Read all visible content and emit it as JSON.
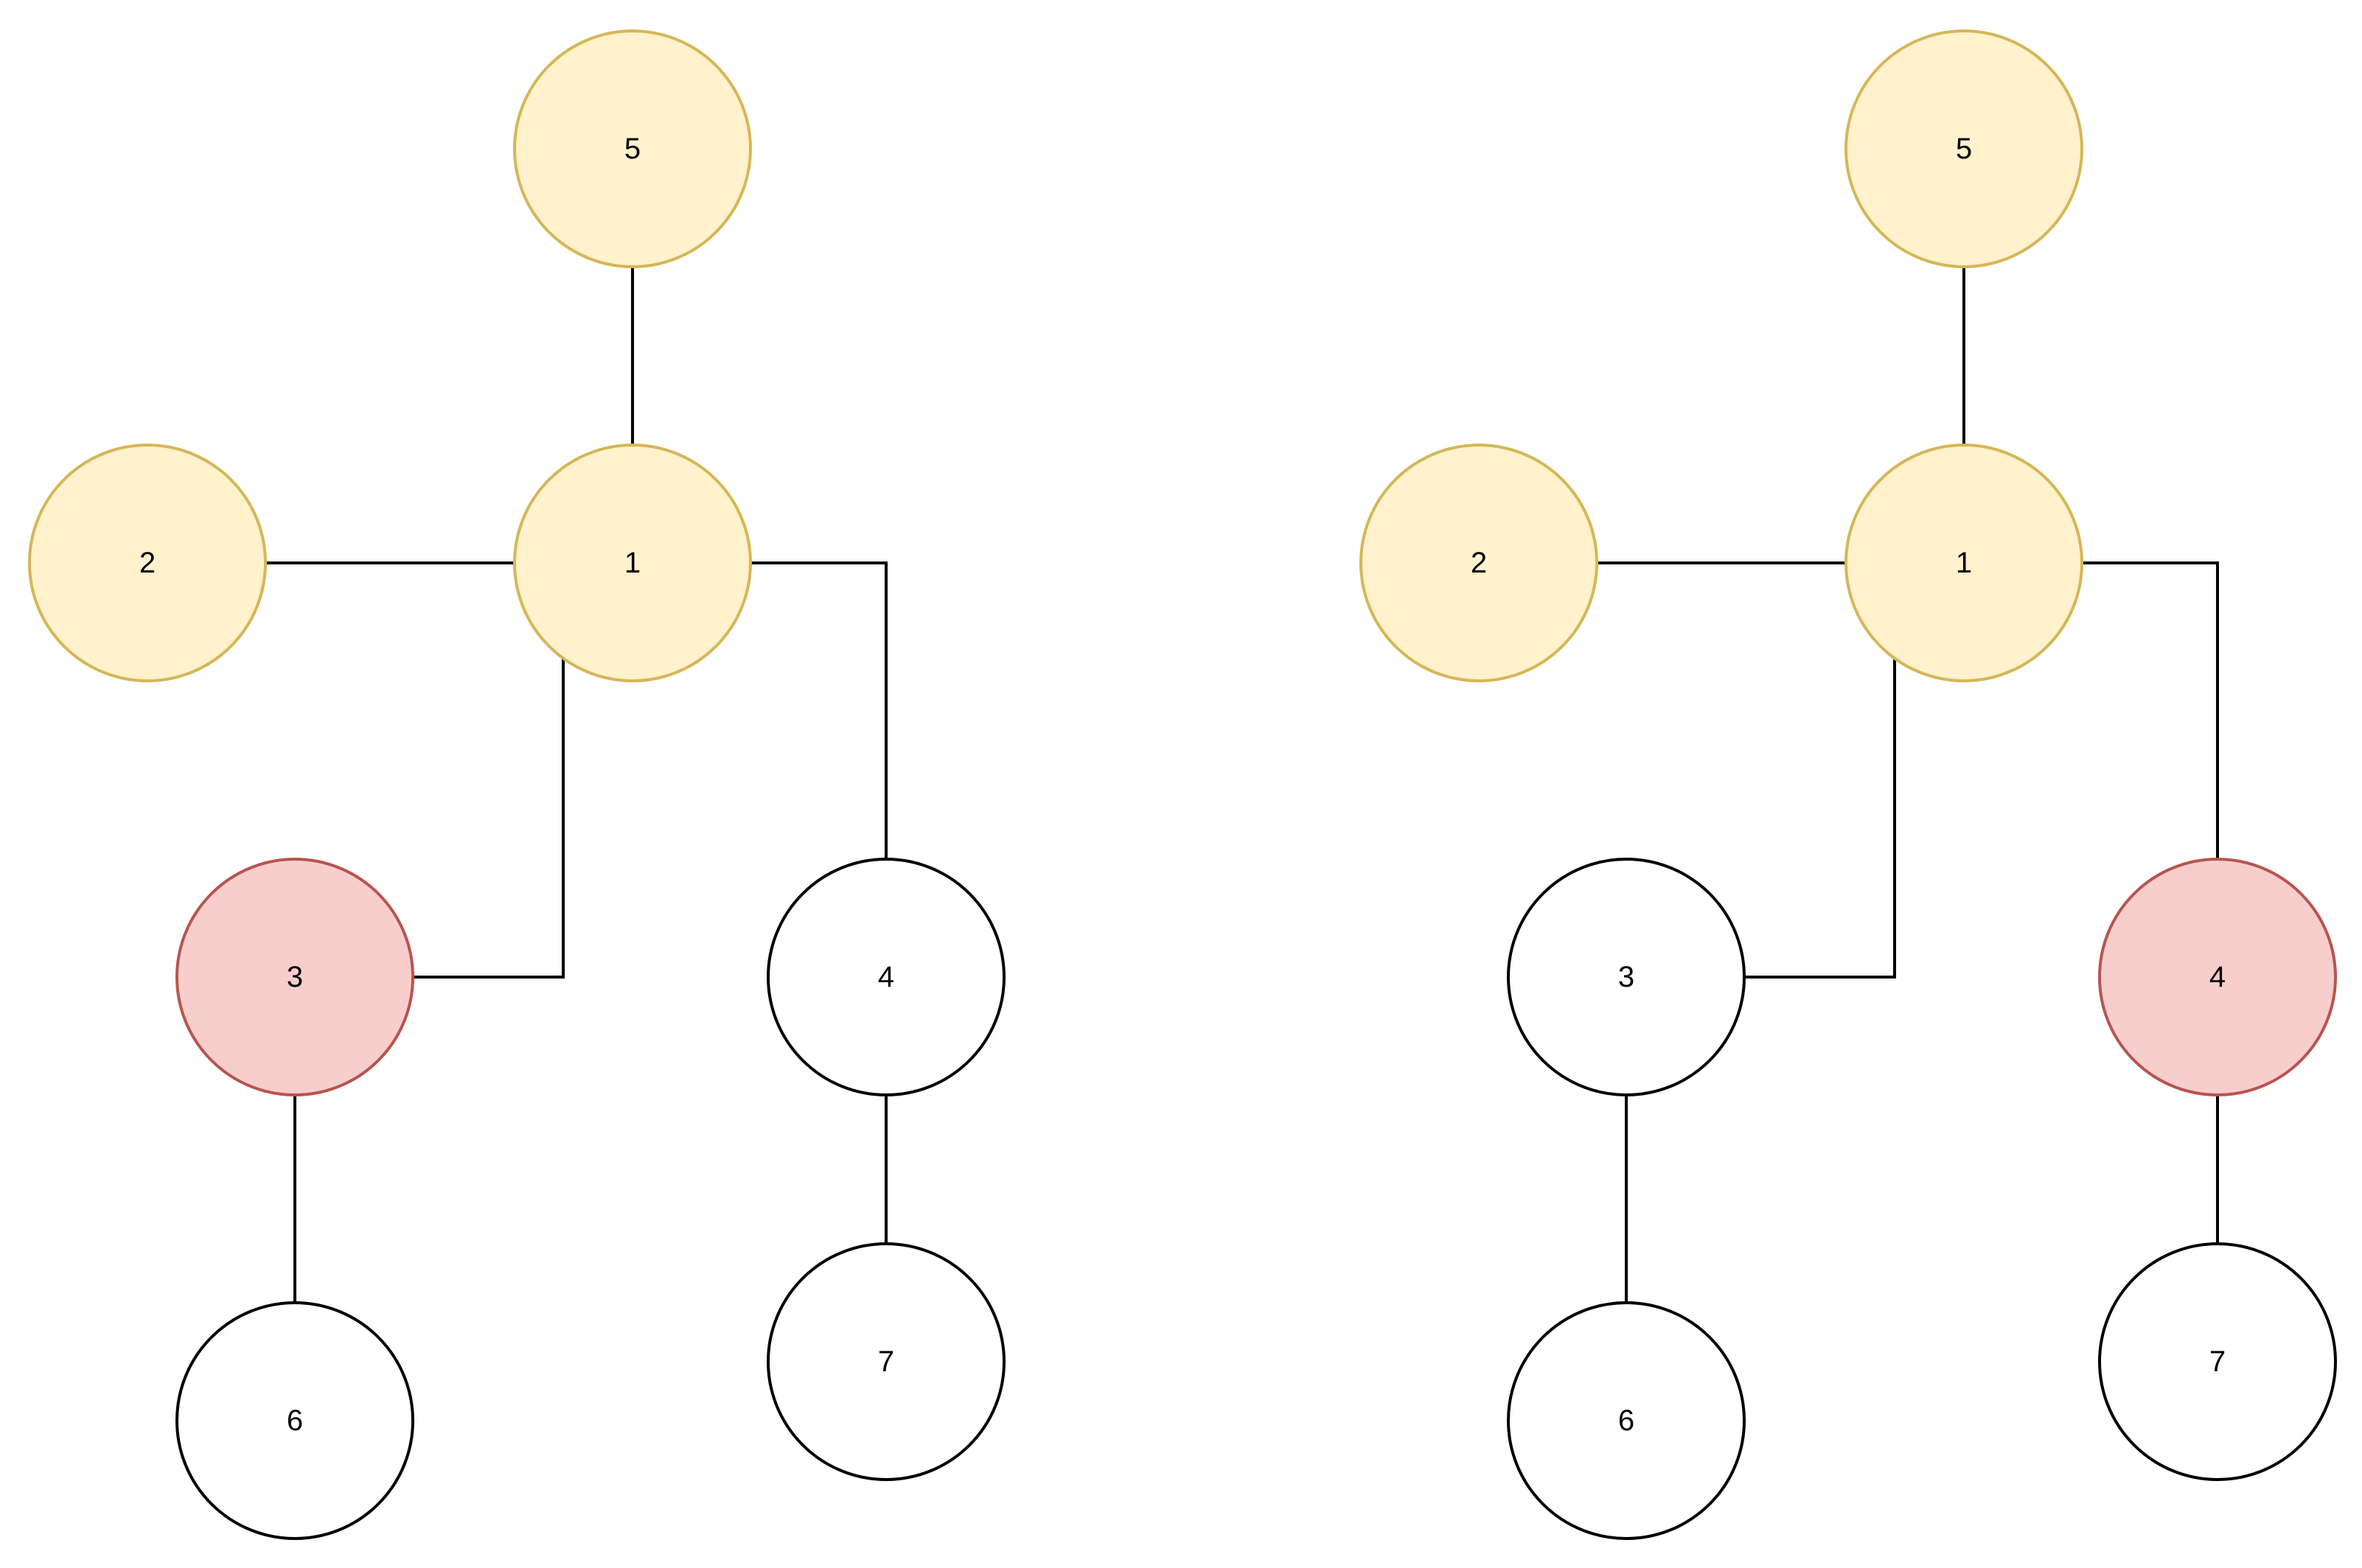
{
  "colors": {
    "visited_fill": "#fff2cc",
    "visited_stroke": "#d6b656",
    "current_fill": "#f8cecc",
    "current_stroke": "#b85450",
    "unvisited_fill": "#ffffff",
    "unvisited_stroke": "#000000",
    "edge": "#000000"
  },
  "graphs": [
    {
      "id": "left",
      "nodes": [
        {
          "id": "5",
          "label": "5",
          "state": "visited"
        },
        {
          "id": "2",
          "label": "2",
          "state": "visited"
        },
        {
          "id": "1",
          "label": "1",
          "state": "visited"
        },
        {
          "id": "3",
          "label": "3",
          "state": "current"
        },
        {
          "id": "4",
          "label": "4",
          "state": "unvisited"
        },
        {
          "id": "6",
          "label": "6",
          "state": "unvisited"
        },
        {
          "id": "7",
          "label": "7",
          "state": "unvisited"
        }
      ],
      "edges": [
        {
          "from": "5",
          "to": "1"
        },
        {
          "from": "2",
          "to": "1"
        },
        {
          "from": "1",
          "to": "3"
        },
        {
          "from": "1",
          "to": "4"
        },
        {
          "from": "3",
          "to": "6"
        },
        {
          "from": "4",
          "to": "7"
        }
      ]
    },
    {
      "id": "right",
      "nodes": [
        {
          "id": "5",
          "label": "5",
          "state": "visited"
        },
        {
          "id": "2",
          "label": "2",
          "state": "visited"
        },
        {
          "id": "1",
          "label": "1",
          "state": "visited"
        },
        {
          "id": "3",
          "label": "3",
          "state": "unvisited"
        },
        {
          "id": "4",
          "label": "4",
          "state": "current"
        },
        {
          "id": "6",
          "label": "6",
          "state": "unvisited"
        },
        {
          "id": "7",
          "label": "7",
          "state": "unvisited"
        }
      ],
      "edges": [
        {
          "from": "5",
          "to": "1"
        },
        {
          "from": "2",
          "to": "1"
        },
        {
          "from": "1",
          "to": "3"
        },
        {
          "from": "1",
          "to": "4"
        },
        {
          "from": "3",
          "to": "6"
        },
        {
          "from": "4",
          "to": "7"
        }
      ]
    }
  ]
}
